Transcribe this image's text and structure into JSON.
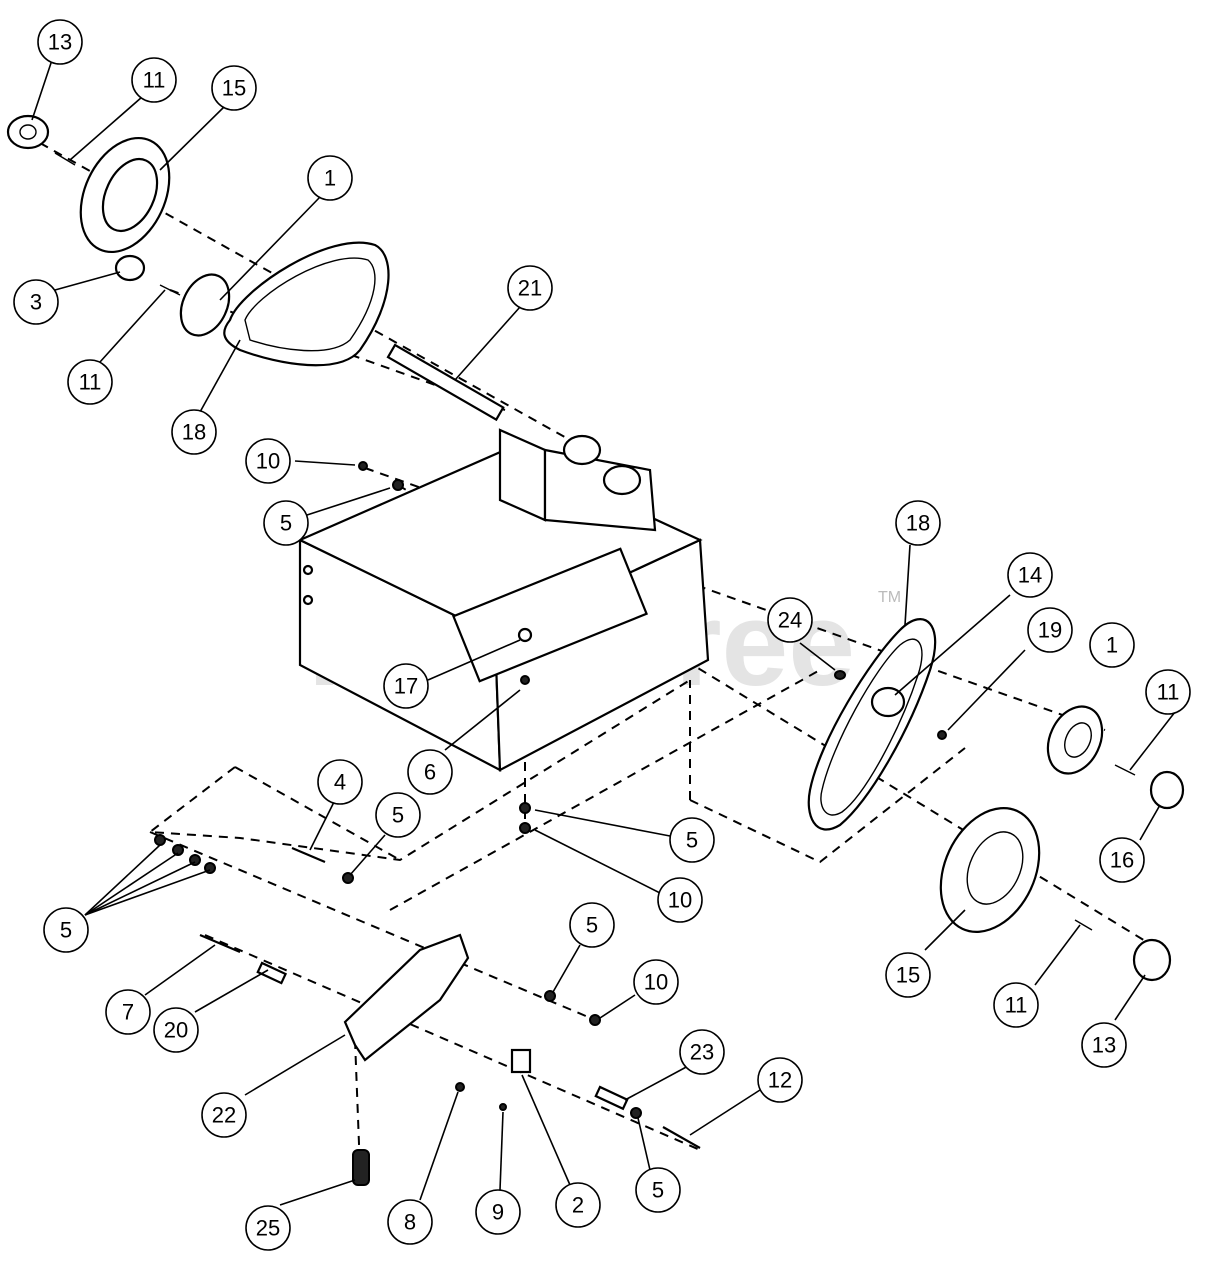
{
  "watermark": {
    "text": "PartsTree",
    "trademark": "TM"
  },
  "callouts": [
    {
      "id": "c1",
      "label": "13"
    },
    {
      "id": "c2",
      "label": "11"
    },
    {
      "id": "c3",
      "label": "15"
    },
    {
      "id": "c4",
      "label": "1"
    },
    {
      "id": "c5",
      "label": "3"
    },
    {
      "id": "c6",
      "label": "11"
    },
    {
      "id": "c7",
      "label": "18"
    },
    {
      "id": "c8",
      "label": "21"
    },
    {
      "id": "c9",
      "label": "10"
    },
    {
      "id": "c10",
      "label": "5"
    },
    {
      "id": "c11",
      "label": "18"
    },
    {
      "id": "c12",
      "label": "14"
    },
    {
      "id": "c13",
      "label": "24"
    },
    {
      "id": "c14",
      "label": "19"
    },
    {
      "id": "c15",
      "label": "1"
    },
    {
      "id": "c16",
      "label": "11"
    },
    {
      "id": "c17",
      "label": "17"
    },
    {
      "id": "c18",
      "label": "6"
    },
    {
      "id": "c19",
      "label": "4"
    },
    {
      "id": "c20",
      "label": "5"
    },
    {
      "id": "c21",
      "label": "5"
    },
    {
      "id": "c22",
      "label": "16"
    },
    {
      "id": "c23",
      "label": "10"
    },
    {
      "id": "c24",
      "label": "5"
    },
    {
      "id": "c25",
      "label": "5"
    },
    {
      "id": "c26",
      "label": "10"
    },
    {
      "id": "c27",
      "label": "15"
    },
    {
      "id": "c28",
      "label": "11"
    },
    {
      "id": "c29",
      "label": "13"
    },
    {
      "id": "c30",
      "label": "7"
    },
    {
      "id": "c31",
      "label": "20"
    },
    {
      "id": "c32",
      "label": "22"
    },
    {
      "id": "c33",
      "label": "23"
    },
    {
      "id": "c34",
      "label": "12"
    },
    {
      "id": "c35",
      "label": "25"
    },
    {
      "id": "c36",
      "label": "8"
    },
    {
      "id": "c37",
      "label": "9"
    },
    {
      "id": "c38",
      "label": "2"
    },
    {
      "id": "c39",
      "label": "5"
    }
  ]
}
